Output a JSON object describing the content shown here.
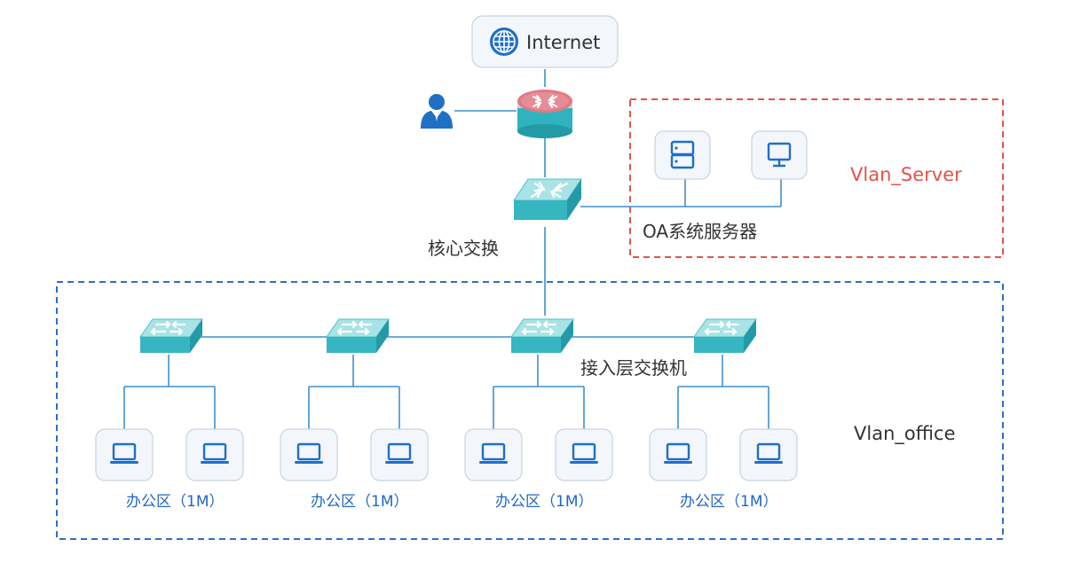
{
  "internet": {
    "label": "Internet",
    "icon": "globe-icon"
  },
  "user": {
    "icon": "user-icon"
  },
  "router": {
    "icon": "router-icon"
  },
  "core_switch": {
    "label": "核心交换",
    "icon": "core-switch-icon"
  },
  "server_vlan": {
    "name": "Vlan_Server",
    "group_label": "OA系统服务器",
    "devices": [
      {
        "icon": "server-rack-icon"
      },
      {
        "icon": "desktop-monitor-icon"
      }
    ]
  },
  "office_vlan": {
    "name": "Vlan_office",
    "access_switch_label": "接入层交换机",
    "access_switches": [
      {
        "icon": "access-switch-icon",
        "zone_label": "办公区（1M）"
      },
      {
        "icon": "access-switch-icon",
        "zone_label": "办公区（1M）"
      },
      {
        "icon": "access-switch-icon",
        "zone_label": "办公区（1M）"
      },
      {
        "icon": "access-switch-icon",
        "zone_label": "办公区（1M）"
      }
    ],
    "laptop_icon": "laptop-icon"
  },
  "colors": {
    "server_vlan_border": "#e5524a",
    "office_vlan_border": "#2a6fc9",
    "link": "#3d8fd0",
    "switch_top": "#9fe0e4",
    "switch_side": "#2fb3bf",
    "router_top": "#e07b86",
    "router_side": "#2fb3bf",
    "icon_blue": "#1f6fc7"
  }
}
